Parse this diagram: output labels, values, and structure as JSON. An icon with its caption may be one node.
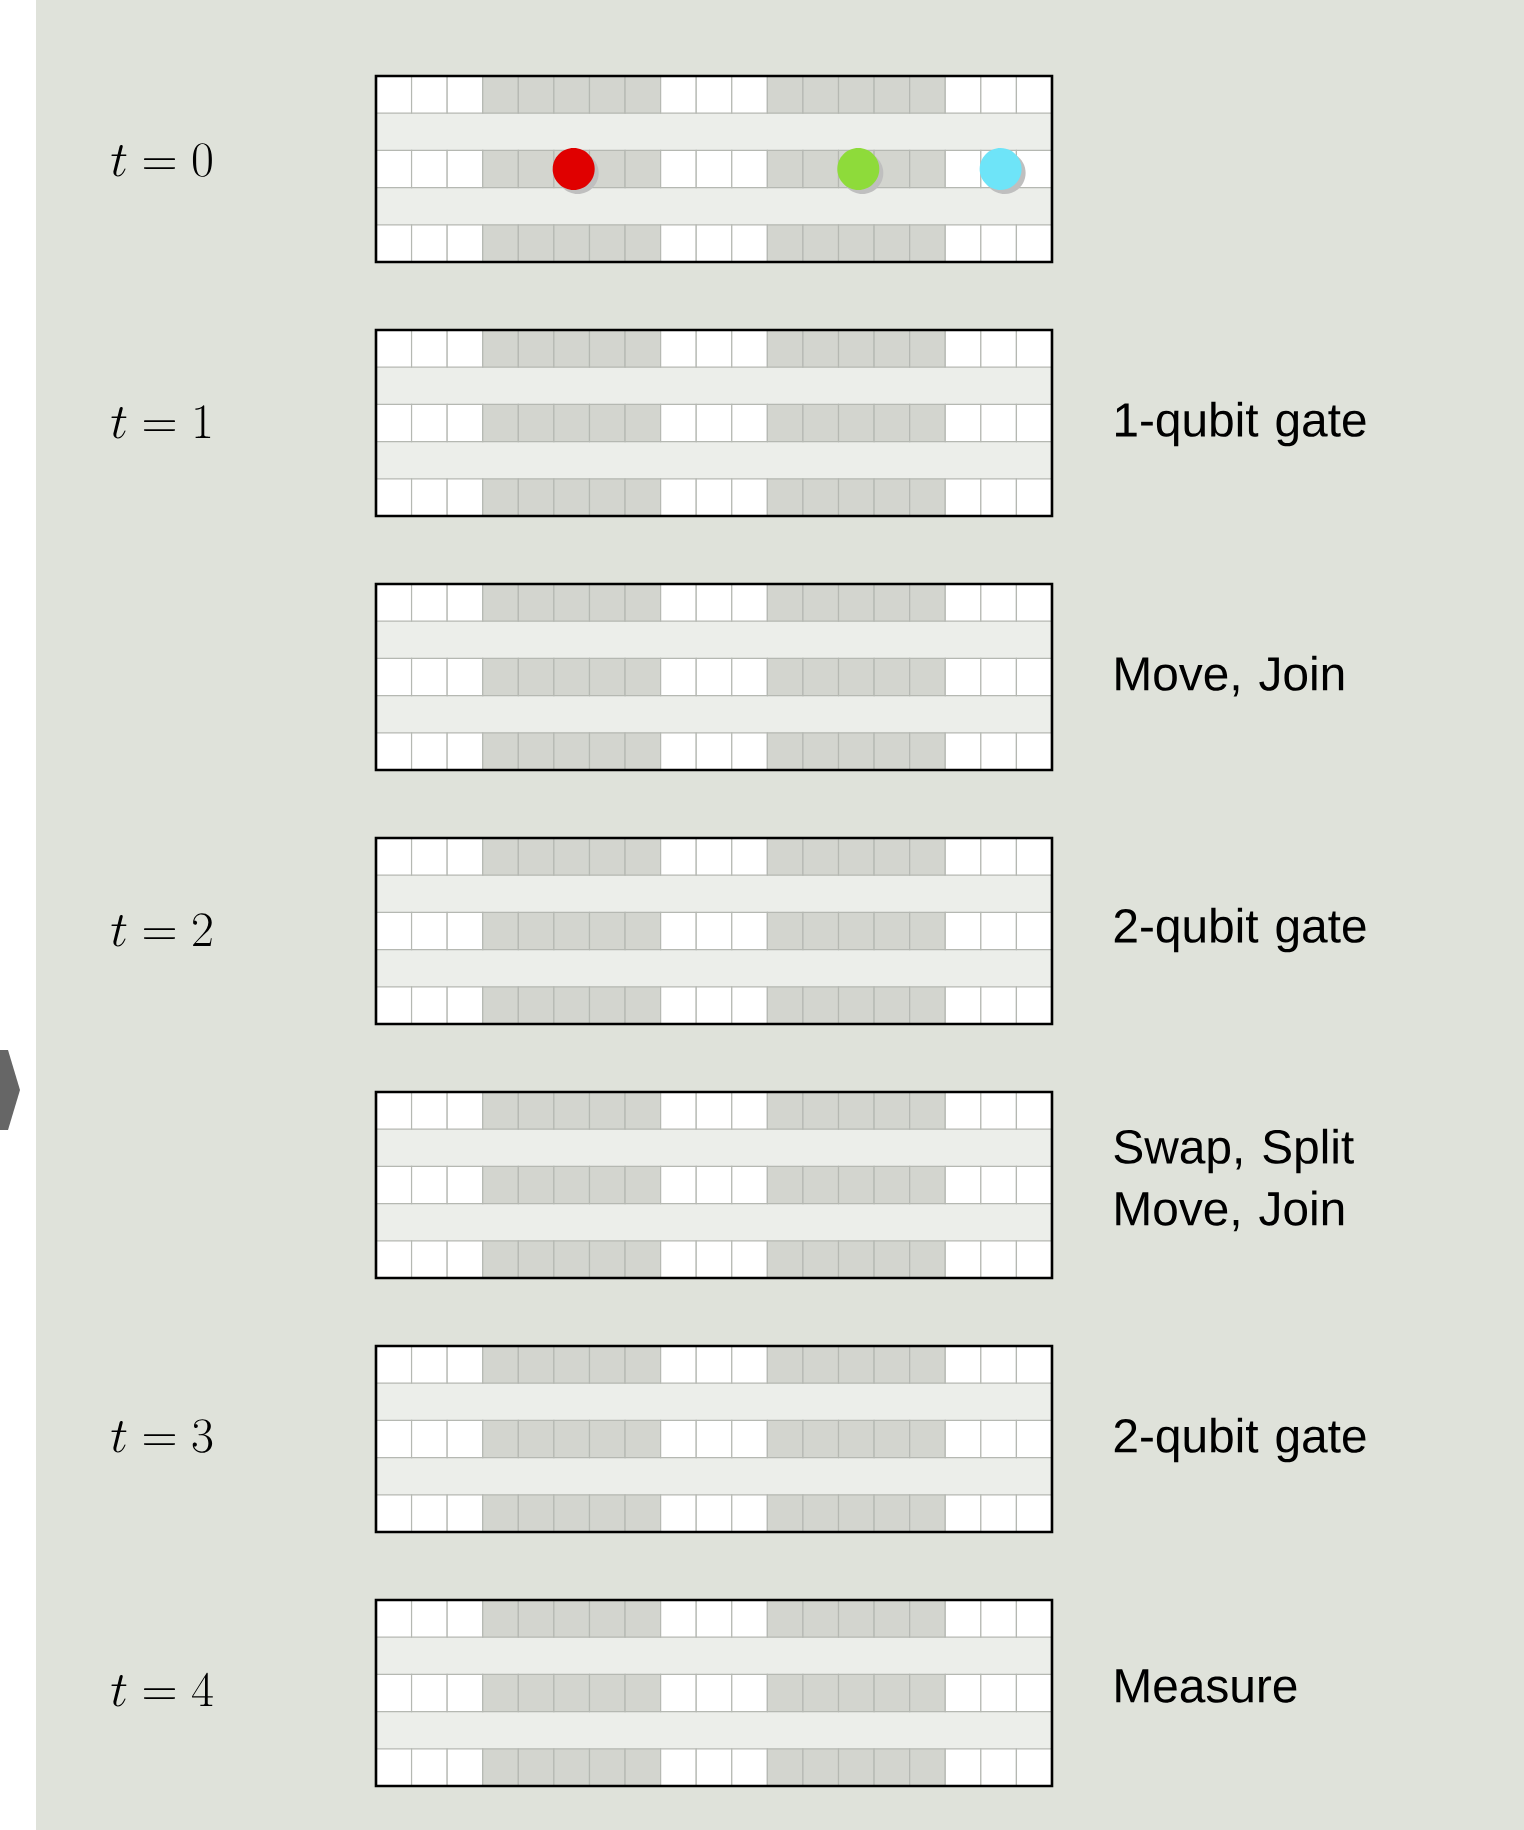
{
  "diagram": {
    "labels": [
      "t = 0",
      "t = 1",
      "1-qubit gate",
      "Move, Join",
      "t = 2",
      "2-qubit gate",
      "Swap, Split Move, Join",
      "t = 3",
      "2-qubit gate",
      "t = 4",
      "Measure"
    ]
  }
}
